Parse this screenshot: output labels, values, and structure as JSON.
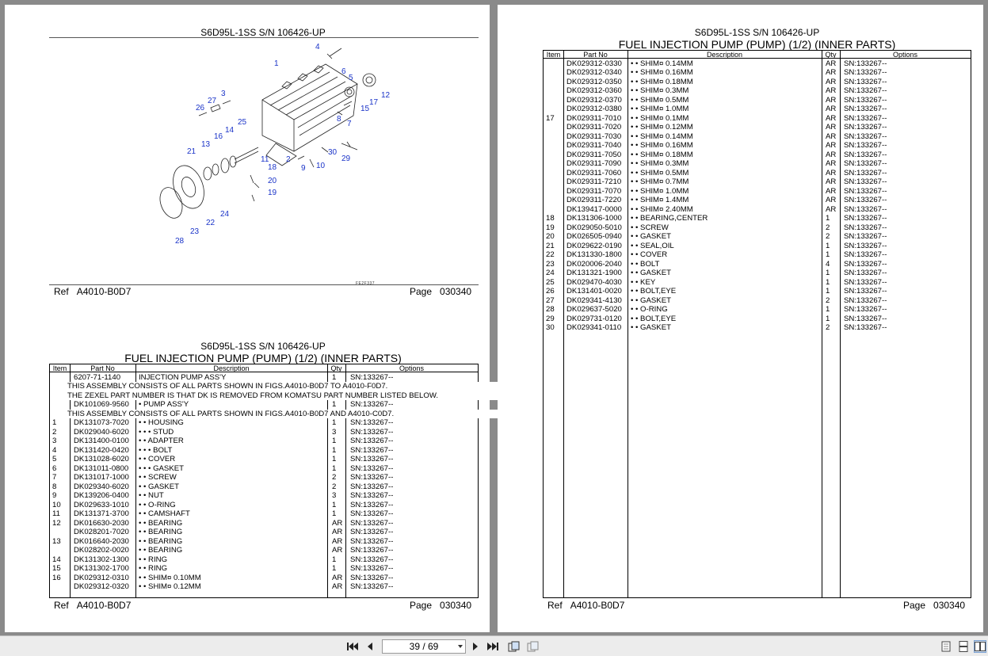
{
  "left_top": {
    "title": "S6D95L-1SS S/N 106426-UP",
    "figure_code": "FE2F337",
    "ref_label": "Ref",
    "ref_value": "A4010-B0D7",
    "page_label": "Page",
    "page_value": "030340",
    "callouts": [
      "1",
      "2",
      "3",
      "4",
      "5",
      "6",
      "7",
      "8",
      "9",
      "10",
      "11",
      "12",
      "13",
      "14",
      "15",
      "16",
      "17",
      "18",
      "19",
      "20",
      "21",
      "22",
      "23",
      "24",
      "25",
      "26",
      "27",
      "28",
      "29",
      "30"
    ]
  },
  "left_bottom": {
    "title": "S6D95L-1SS S/N 106426-UP",
    "subtitle": "FUEL INJECTION PUMP (PUMP) (1/2) (INNER PARTS)",
    "columns": [
      "Item",
      "Part No",
      "Description",
      "Qty",
      "Options"
    ],
    "rows": [
      {
        "item": "",
        "part": "6207-71-1140",
        "desc": "INJECTION PUMP ASS'Y",
        "qty": "1",
        "opt": "SN:133267--"
      },
      {
        "note": "THIS ASSEMBLY CONSISTS OF ALL PARTS SHOWN IN FIGS.A4010-B0D7 TO A4010-F0D7."
      },
      {
        "note": "THE ZEXEL PART NUMBER IS THAT DK IS REMOVED FROM KOMATSU PART NUMBER LISTED BELOW."
      },
      {
        "item": "",
        "part": "DK101069-9560",
        "desc": "• PUMP ASS'Y",
        "qty": "1",
        "opt": "SN:133267--"
      },
      {
        "note": "THIS ASSEMBLY CONSISTS OF ALL PARTS SHOWN IN FIGS.A4010-B0D7 AND A4010-C0D7."
      },
      {
        "item": "1",
        "part": "DK131073-7020",
        "desc": "• • HOUSING",
        "qty": "1",
        "opt": "SN:133267--"
      },
      {
        "item": "2",
        "part": "DK029040-6020",
        "desc": "• • • STUD",
        "qty": "3",
        "opt": "SN:133267--"
      },
      {
        "item": "3",
        "part": "DK131400-0100",
        "desc": "• • ADAPTER",
        "qty": "1",
        "opt": "SN:133267--"
      },
      {
        "item": "4",
        "part": "DK131420-0420",
        "desc": "• • • BOLT",
        "qty": "1",
        "opt": "SN:133267--"
      },
      {
        "item": "5",
        "part": "DK131028-6020",
        "desc": "• • COVER",
        "qty": "1",
        "opt": "SN:133267--"
      },
      {
        "item": "6",
        "part": "DK131011-0800",
        "desc": "• • • GASKET",
        "qty": "1",
        "opt": "SN:133267--"
      },
      {
        "item": "7",
        "part": "DK131017-1000",
        "desc": "• • SCREW",
        "qty": "2",
        "opt": "SN:133267--"
      },
      {
        "item": "8",
        "part": "DK029340-6020",
        "desc": "• • GASKET",
        "qty": "2",
        "opt": "SN:133267--"
      },
      {
        "item": "9",
        "part": "DK139206-0400",
        "desc": "• • NUT",
        "qty": "3",
        "opt": "SN:133267--"
      },
      {
        "item": "10",
        "part": "DK029633-1010",
        "desc": "• • O-RING",
        "qty": "1",
        "opt": "SN:133267--"
      },
      {
        "item": "11",
        "part": "DK131371-3700",
        "desc": "• • CAMSHAFT",
        "qty": "1",
        "opt": "SN:133267--"
      },
      {
        "item": "12",
        "part": "DK016630-2030",
        "desc": "• • BEARING",
        "qty": "AR",
        "opt": "SN:133267--"
      },
      {
        "item": "",
        "part": "DK028201-7020",
        "desc": "• • BEARING",
        "qty": "AR",
        "opt": "SN:133267--"
      },
      {
        "item": "13",
        "part": "DK016640-2030",
        "desc": "• • BEARING",
        "qty": "AR",
        "opt": "SN:133267--"
      },
      {
        "item": "",
        "part": "DK028202-0020",
        "desc": "• • BEARING",
        "qty": "AR",
        "opt": "SN:133267--"
      },
      {
        "item": "14",
        "part": "DK131302-1300",
        "desc": "• • RING",
        "qty": "1",
        "opt": "SN:133267--"
      },
      {
        "item": "15",
        "part": "DK131302-1700",
        "desc": "• • RING",
        "qty": "1",
        "opt": "SN:133267--"
      },
      {
        "item": "16",
        "part": "DK029312-0310",
        "desc": "• • SHIM¤ 0.10MM",
        "qty": "AR",
        "opt": "SN:133267--"
      },
      {
        "item": "",
        "part": "DK029312-0320",
        "desc": "• • SHIM¤ 0.12MM",
        "qty": "AR",
        "opt": "SN:133267--"
      }
    ],
    "ref_label": "Ref",
    "ref_value": "A4010-B0D7",
    "page_label": "Page",
    "page_value": "030340"
  },
  "right": {
    "title": "S6D95L-1SS S/N 106426-UP",
    "subtitle": "FUEL INJECTION PUMP (PUMP) (1/2) (INNER PARTS)",
    "columns": [
      "Item",
      "Part No",
      "Description",
      "Qty",
      "Options"
    ],
    "rows": [
      {
        "item": "",
        "part": "DK029312-0330",
        "desc": "• • SHIM¤ 0.14MM",
        "qty": "AR",
        "opt": "SN:133267--"
      },
      {
        "item": "",
        "part": "DK029312-0340",
        "desc": "• • SHIM¤ 0.16MM",
        "qty": "AR",
        "opt": "SN:133267--"
      },
      {
        "item": "",
        "part": "DK029312-0350",
        "desc": "• • SHIM¤ 0.18MM",
        "qty": "AR",
        "opt": "SN:133267--"
      },
      {
        "item": "",
        "part": "DK029312-0360",
        "desc": "• • SHIM¤ 0.3MM",
        "qty": "AR",
        "opt": "SN:133267--"
      },
      {
        "item": "",
        "part": "DK029312-0370",
        "desc": "• • SHIM¤ 0.5MM",
        "qty": "AR",
        "opt": "SN:133267--"
      },
      {
        "item": "",
        "part": "DK029312-0380",
        "desc": "• • SHIM¤ 1.0MM",
        "qty": "AR",
        "opt": "SN:133267--"
      },
      {
        "item": "17",
        "part": "DK029311-7010",
        "desc": "• • SHIM¤ 0.1MM",
        "qty": "AR",
        "opt": "SN:133267--"
      },
      {
        "item": "",
        "part": "DK029311-7020",
        "desc": "• • SHIM¤ 0.12MM",
        "qty": "AR",
        "opt": "SN:133267--"
      },
      {
        "item": "",
        "part": "DK029311-7030",
        "desc": "• • SHIM¤ 0.14MM",
        "qty": "AR",
        "opt": "SN:133267--"
      },
      {
        "item": "",
        "part": "DK029311-7040",
        "desc": "• • SHIM¤ 0.16MM",
        "qty": "AR",
        "opt": "SN:133267--"
      },
      {
        "item": "",
        "part": "DK029311-7050",
        "desc": "• • SHIM¤ 0.18MM",
        "qty": "AR",
        "opt": "SN:133267--"
      },
      {
        "item": "",
        "part": "DK029311-7090",
        "desc": "• • SHIM¤ 0.3MM",
        "qty": "AR",
        "opt": "SN:133267--"
      },
      {
        "item": "",
        "part": "DK029311-7060",
        "desc": "• • SHIM¤ 0.5MM",
        "qty": "AR",
        "opt": "SN:133267--"
      },
      {
        "item": "",
        "part": "DK029311-7210",
        "desc": "• • SHIM¤ 0.7MM",
        "qty": "AR",
        "opt": "SN:133267--"
      },
      {
        "item": "",
        "part": "DK029311-7070",
        "desc": "• • SHIM¤ 1.0MM",
        "qty": "AR",
        "opt": "SN:133267--"
      },
      {
        "item": "",
        "part": "DK029311-7220",
        "desc": "• • SHIM¤ 1.4MM",
        "qty": "AR",
        "opt": "SN:133267--"
      },
      {
        "item": "",
        "part": "DK139417-0000",
        "desc": "• • SHIM¤ 2.40MM",
        "qty": "AR",
        "opt": "SN:133267--"
      },
      {
        "item": "18",
        "part": "DK131306-1000",
        "desc": "• • BEARING,CENTER",
        "qty": "1",
        "opt": "SN:133267--"
      },
      {
        "item": "19",
        "part": "DK029050-5010",
        "desc": "• • SCREW",
        "qty": "2",
        "opt": "SN:133267--"
      },
      {
        "item": "20",
        "part": "DK026505-0940",
        "desc": "• • GASKET",
        "qty": "2",
        "opt": "SN:133267--"
      },
      {
        "item": "21",
        "part": "DK029622-0190",
        "desc": "• • SEAL,OIL",
        "qty": "1",
        "opt": "SN:133267--"
      },
      {
        "item": "22",
        "part": "DK131330-1800",
        "desc": "• • COVER",
        "qty": "1",
        "opt": "SN:133267--"
      },
      {
        "item": "23",
        "part": "DK020006-2040",
        "desc": "• • BOLT",
        "qty": "4",
        "opt": "SN:133267--"
      },
      {
        "item": "24",
        "part": "DK131321-1900",
        "desc": "• • GASKET",
        "qty": "1",
        "opt": "SN:133267--"
      },
      {
        "item": "25",
        "part": "DK029470-4030",
        "desc": "• • KEY",
        "qty": "1",
        "opt": "SN:133267--"
      },
      {
        "item": "26",
        "part": "DK131401-0020",
        "desc": "• • BOLT,EYE",
        "qty": "1",
        "opt": "SN:133267--"
      },
      {
        "item": "27",
        "part": "DK029341-4130",
        "desc": "• • GASKET",
        "qty": "2",
        "opt": "SN:133267--"
      },
      {
        "item": "28",
        "part": "DK029637-5020",
        "desc": "• • O-RING",
        "qty": "1",
        "opt": "SN:133267--"
      },
      {
        "item": "29",
        "part": "DK029731-0120",
        "desc": "• • BOLT,EYE",
        "qty": "1",
        "opt": "SN:133267--"
      },
      {
        "item": "30",
        "part": "DK029341-0110",
        "desc": "• • GASKET",
        "qty": "2",
        "opt": "SN:133267--"
      }
    ],
    "ref_label": "Ref",
    "ref_value": "A4010-B0D7",
    "page_label": "Page",
    "page_value": "030340"
  },
  "toolbar": {
    "page_indicator": "39 / 69",
    "icons": [
      "first-page-icon",
      "prev-page-icon",
      "next-page-icon",
      "last-page-icon",
      "rotate-icon",
      "fit-icon",
      "single-page-icon",
      "continuous-icon",
      "two-page-icon"
    ]
  }
}
